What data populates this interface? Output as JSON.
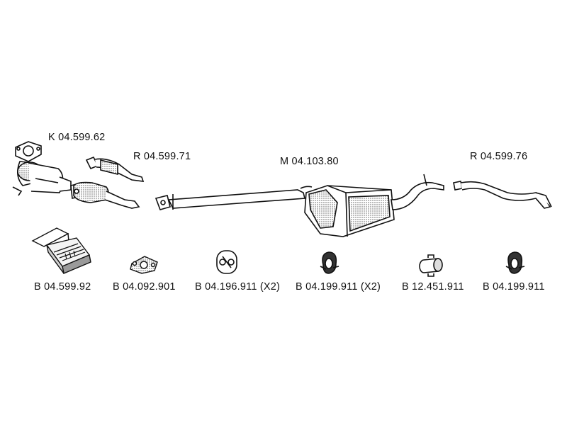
{
  "components": [
    {
      "label": "K 04.599.62"
    },
    {
      "label": "R 04.599.71"
    },
    {
      "label": "M 04.103.80"
    },
    {
      "label": "R 04.599.76"
    }
  ],
  "accessories": [
    {
      "label": "B 04.599.92"
    },
    {
      "label": "B 04.092.901"
    },
    {
      "label": "B 04.196.911 (X2)"
    },
    {
      "label": "B 04.199.911 (X2)"
    },
    {
      "label": "B 12.451.911"
    },
    {
      "label": "B 04.199.911"
    }
  ],
  "colors": {
    "line": "#111111",
    "fill": "#ffffff",
    "shade": "#8a8a8a"
  }
}
